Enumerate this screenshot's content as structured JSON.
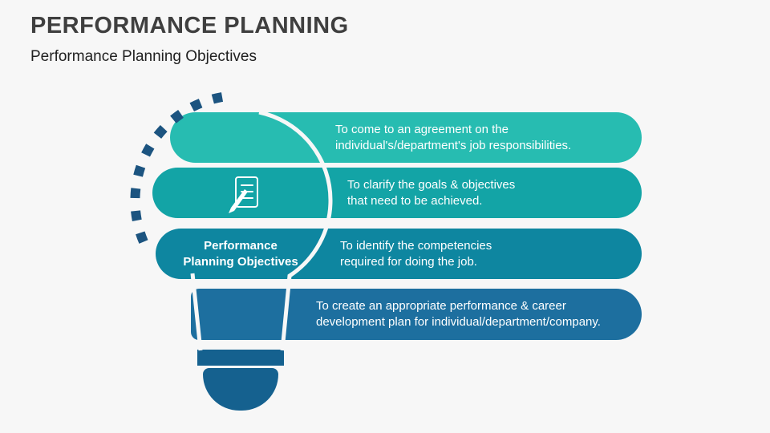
{
  "slide": {
    "title": "PERFORMANCE PLANNING",
    "subtitle": "Performance Planning Objectives"
  },
  "colors": {
    "background": "#F7F7F7",
    "dash_arc": "#1C5480",
    "bulb_base": "#15618F"
  },
  "bulb": {
    "icon": "checklist-pencil-icon",
    "label": {
      "line1": "Performance",
      "line2": "Planning Objectives"
    }
  },
  "objectives": [
    {
      "color": "#27BCB1",
      "lines": [
        "To come to an agreement on the",
        "individual's/department's job responsibilities."
      ]
    },
    {
      "color": "#13A4A6",
      "lines": [
        "To clarify the goals & objectives",
        "that need to be achieved."
      ]
    },
    {
      "color": "#0E86A0",
      "lines": [
        "To identify the competencies",
        "required for doing the job."
      ]
    },
    {
      "color": "#1D6F9F",
      "lines": [
        "To create an appropriate performance & career",
        "development plan for individual/department/company."
      ]
    }
  ]
}
